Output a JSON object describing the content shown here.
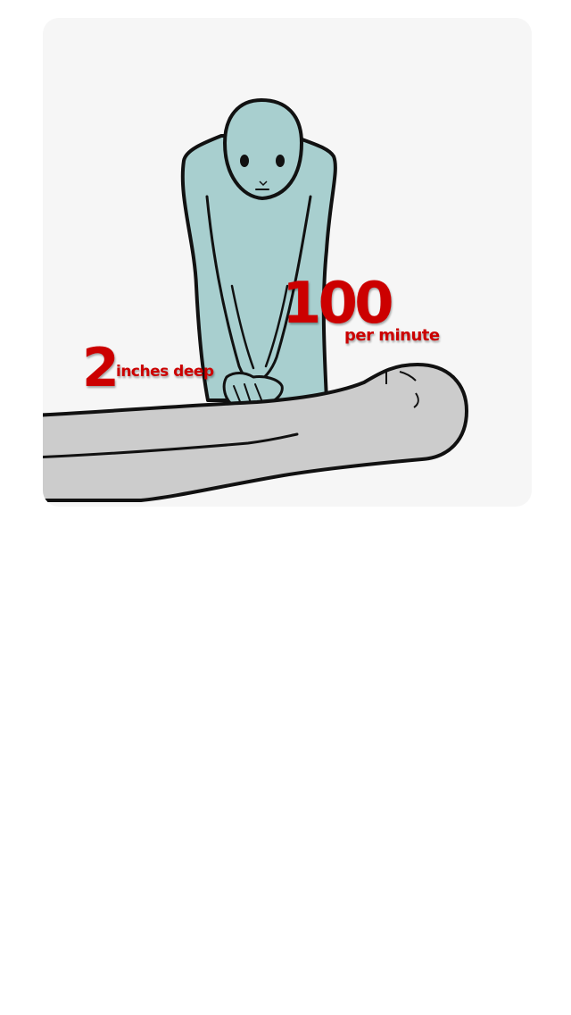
{
  "cpr_card": {
    "rate": {
      "number": "100",
      "unit": "per minute"
    },
    "depth": {
      "number": "2",
      "unit": "inches deep"
    },
    "colors": {
      "text_accent": "#cc0000",
      "rescuer_fill": "#a8cfcf",
      "patient_fill": "#cccccc",
      "card_background": "#f6f6f6"
    }
  }
}
